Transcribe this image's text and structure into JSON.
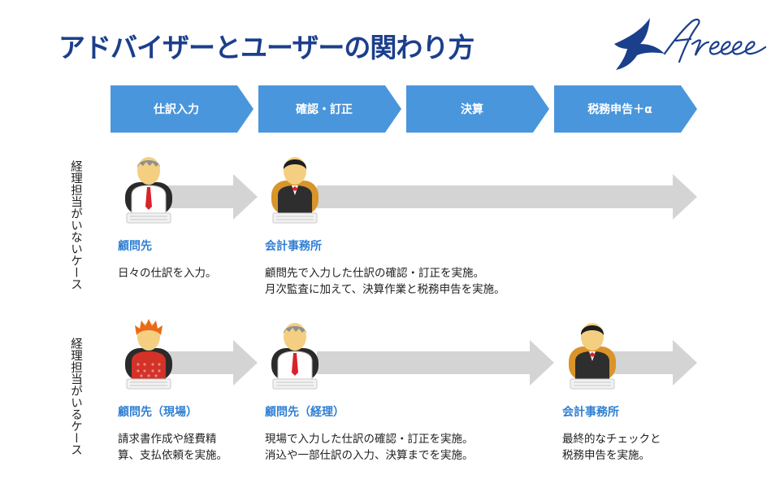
{
  "title": "アドバイザーとユーザーの関わり方",
  "stages": [
    "仕訳入力",
    "確認・訂正",
    "決算",
    "税務申告＋α"
  ],
  "case_no_staff": {
    "label": "経理担当がいないケース",
    "roles": [
      {
        "name": "顧問先",
        "desc": [
          "日々の仕訳を入力。"
        ]
      },
      {
        "name": "会計事務所",
        "desc": [
          "顧問先で入力した仕訳の確認・訂正を実施。",
          "月次監査に加えて、決算作業と税務申告を実施。"
        ]
      }
    ]
  },
  "case_with_staff": {
    "label": "経理担当がいるケース",
    "roles": [
      {
        "name": "顧問先（現場）",
        "desc": [
          "請求書作成や経費精",
          "算、支払依頼を実施。"
        ]
      },
      {
        "name": "顧問先（経理）",
        "desc": [
          "現場で入力した仕訳の確認・訂正を実施。",
          "消込や一部仕訳の入力、決算までを実施。"
        ]
      },
      {
        "name": "会計事務所",
        "desc": [
          "最終的なチェックと",
          "税務申告を実施。"
        ]
      }
    ]
  },
  "colors": {
    "title": "#1c3f8c",
    "stage": "#4a96dc",
    "role": "#2f7fd3",
    "arrow": "#d4d4d4"
  },
  "icons": [
    "freee-swallow-logo",
    "client-person-icon",
    "accountant-person-icon",
    "staff-person-icon"
  ]
}
